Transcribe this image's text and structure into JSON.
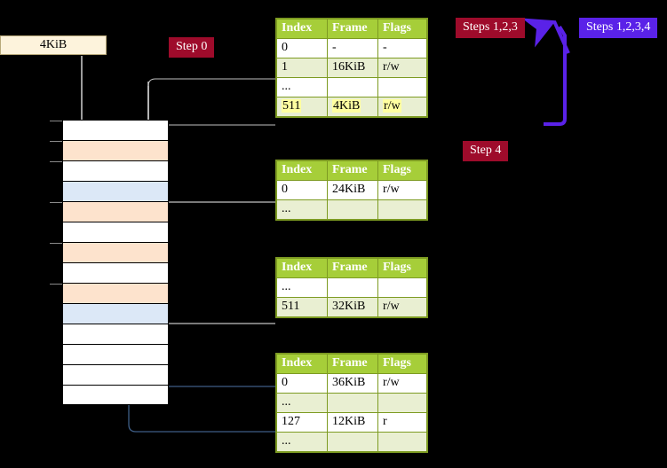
{
  "labels": {
    "kib_box": "4KiB",
    "step0": "Step 0",
    "steps123": "Steps 1,2,3",
    "steps1234": "Steps 1,2,3,4",
    "step4": "Step 4"
  },
  "colors": {
    "badge_red": "#9e0b2b",
    "badge_blue": "#5a22e8",
    "table_header_green": "#a6ce39",
    "table_alt_row": "#e9efd2",
    "table_border": "#7d9b22",
    "highlight_yellow": "#ffffa0",
    "mem_peach": "#fde3cd",
    "mem_blue": "#dce8f7",
    "wire_gray": "#c8c8c8",
    "wire_blue": "#4a6f9e",
    "kib_box_fill": "#fdf3dc"
  },
  "tables": [
    {
      "name": "pml4-table",
      "headers": [
        "Index",
        "Frame",
        "Flags"
      ],
      "rows": [
        {
          "style": "plain",
          "cells": [
            "0",
            "-",
            "-"
          ],
          "highlight": false
        },
        {
          "style": "alt",
          "cells": [
            "1",
            "16KiB",
            "r/w"
          ],
          "highlight": false
        },
        {
          "style": "plain",
          "cells": [
            "...",
            "",
            ""
          ],
          "highlight": false
        },
        {
          "style": "alt",
          "cells": [
            "511",
            "4KiB",
            "r/w"
          ],
          "highlight": true
        }
      ]
    },
    {
      "name": "pdpt-table",
      "headers": [
        "Index",
        "Frame",
        "Flags"
      ],
      "rows": [
        {
          "style": "plain",
          "cells": [
            "0",
            "24KiB",
            "r/w"
          ],
          "highlight": false
        },
        {
          "style": "alt",
          "cells": [
            "...",
            "",
            ""
          ],
          "highlight": false
        }
      ]
    },
    {
      "name": "pd-table",
      "headers": [
        "Index",
        "Frame",
        "Flags"
      ],
      "rows": [
        {
          "style": "plain",
          "cells": [
            "...",
            "",
            ""
          ],
          "highlight": false
        },
        {
          "style": "alt",
          "cells": [
            "511",
            "32KiB",
            "r/w"
          ],
          "highlight": false
        }
      ]
    },
    {
      "name": "pt-table",
      "headers": [
        "Index",
        "Frame",
        "Flags"
      ],
      "rows": [
        {
          "style": "plain",
          "cells": [
            "0",
            "36KiB",
            "r/w"
          ],
          "highlight": false
        },
        {
          "style": "alt",
          "cells": [
            "...",
            "",
            ""
          ],
          "highlight": false
        },
        {
          "style": "plain",
          "cells": [
            "127",
            "12KiB",
            "r"
          ],
          "highlight": false
        },
        {
          "style": "alt",
          "cells": [
            "...",
            "",
            ""
          ],
          "highlight": false
        }
      ]
    }
  ],
  "memory_column": {
    "name": "physical-memory-frames",
    "rows": [
      {
        "fill": "white",
        "tick": true
      },
      {
        "fill": "peach",
        "tick": true
      },
      {
        "fill": "white",
        "tick": true
      },
      {
        "fill": "bluerow",
        "tick": false
      },
      {
        "fill": "peach",
        "tick": true
      },
      {
        "fill": "white",
        "tick": false
      },
      {
        "fill": "peach",
        "tick": true
      },
      {
        "fill": "white",
        "tick": false
      },
      {
        "fill": "peach",
        "tick": true
      },
      {
        "fill": "bluerow",
        "tick": false
      },
      {
        "fill": "white",
        "tick": false
      },
      {
        "fill": "white",
        "tick": false
      },
      {
        "fill": "white",
        "tick": false
      },
      {
        "fill": "white",
        "tick": false
      }
    ]
  }
}
